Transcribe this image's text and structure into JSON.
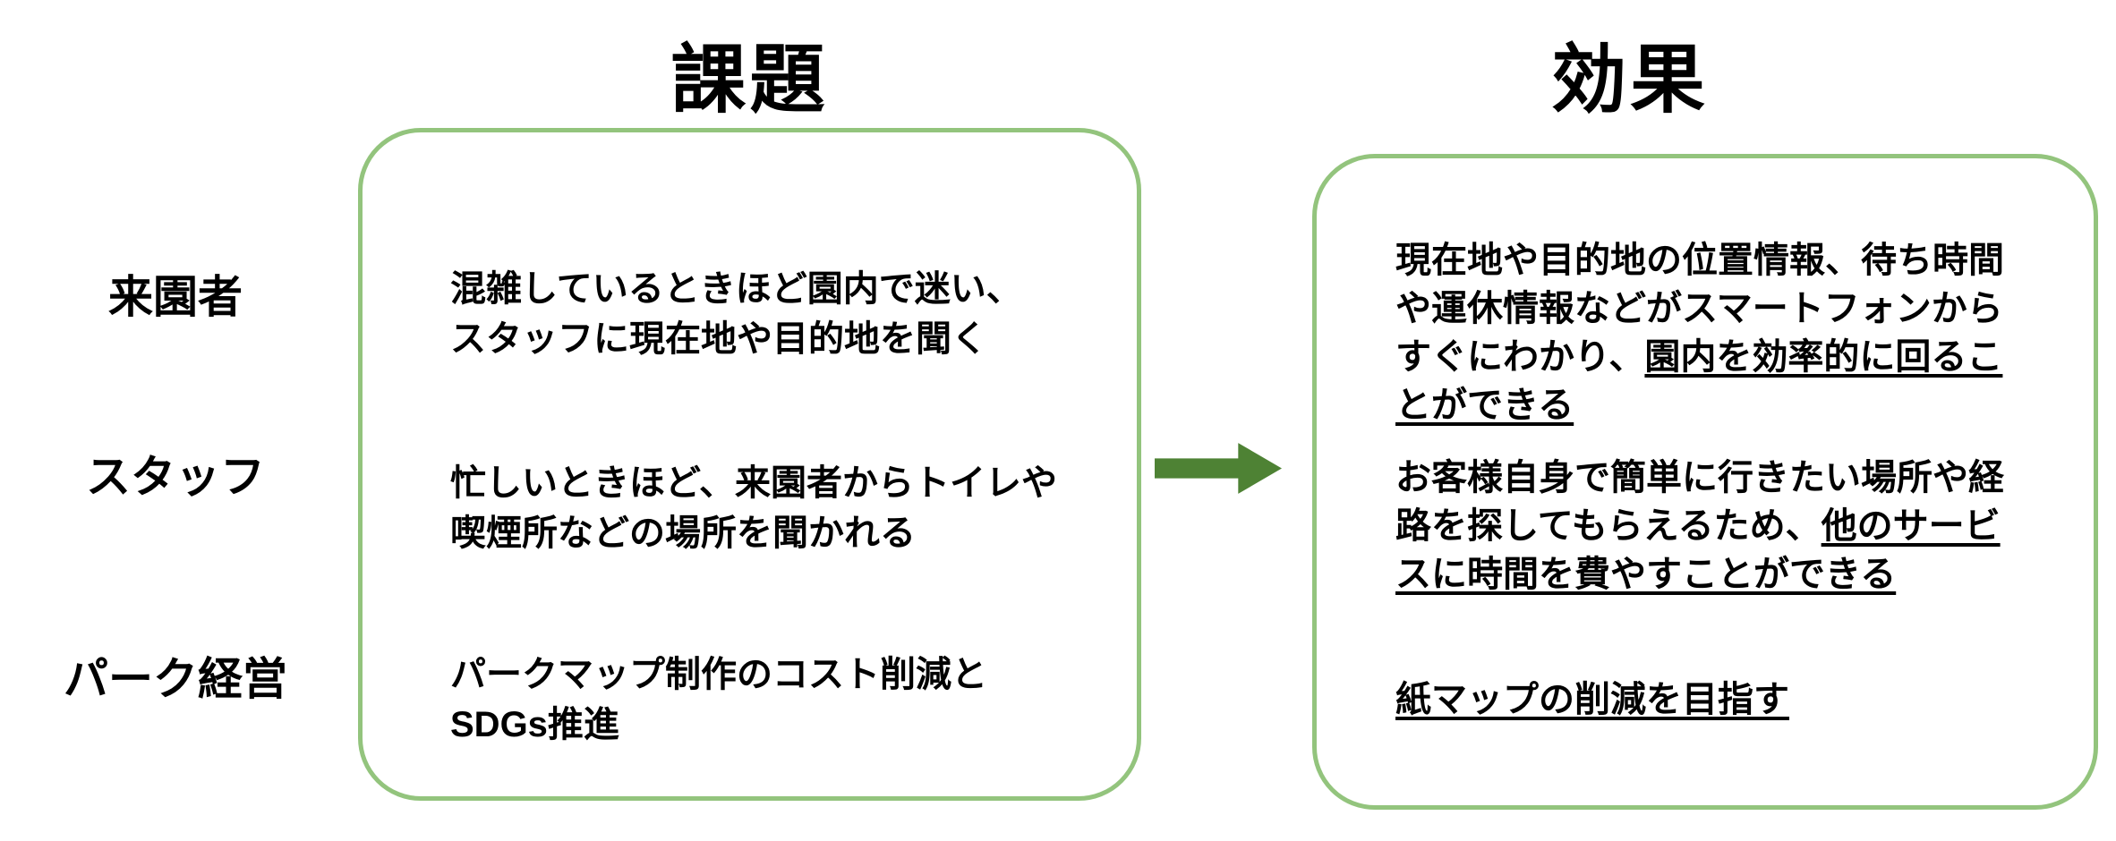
{
  "titles": {
    "issues": "課題",
    "effects": "効果"
  },
  "row_labels": [
    "来園者",
    "スタッフ",
    "パーク経営"
  ],
  "issues": [
    "混雑しているときほど園内で迷い、\nスタッフに現在地や目的地を聞く",
    "忙しいときほど、来園者からトイレや\n喫煙所などの場所を聞かれる",
    "パークマップ制作のコスト削減と\nSDGs推進"
  ],
  "effects": [
    {
      "text": "現在地や目的地の位置情報、待ち時間や運休情報などがスマートフォンからすぐにわかり、",
      "emphasis": "園内を効率的に回ることができる"
    },
    {
      "text": "お客様自身で簡単に行きたい場所や経路を探してもらえるため、",
      "emphasis": "他のサービスに時間を費やすことができる"
    },
    {
      "text": "",
      "emphasis": "紙マップの削減を目指す"
    }
  ],
  "colors": {
    "box_border": "#93c47d",
    "arrow": "#4e8234",
    "text": "#000000"
  }
}
